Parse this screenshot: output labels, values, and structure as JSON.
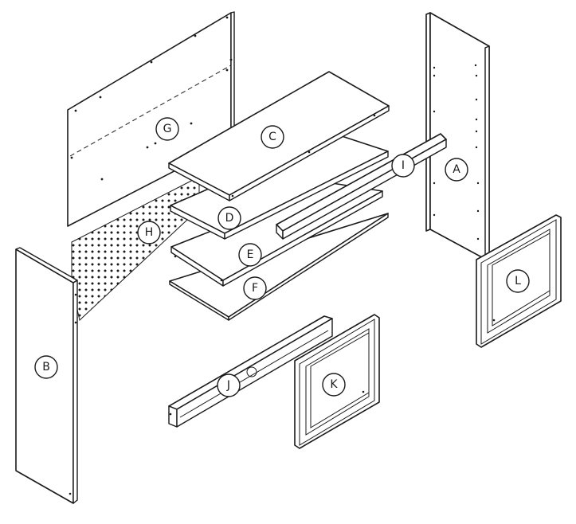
{
  "parts": {
    "A": "A",
    "B": "B",
    "C": "C",
    "D": "D",
    "E": "E",
    "F": "F",
    "G": "G",
    "H": "H",
    "I": "I",
    "J": "J",
    "K": "K",
    "L": "L"
  }
}
